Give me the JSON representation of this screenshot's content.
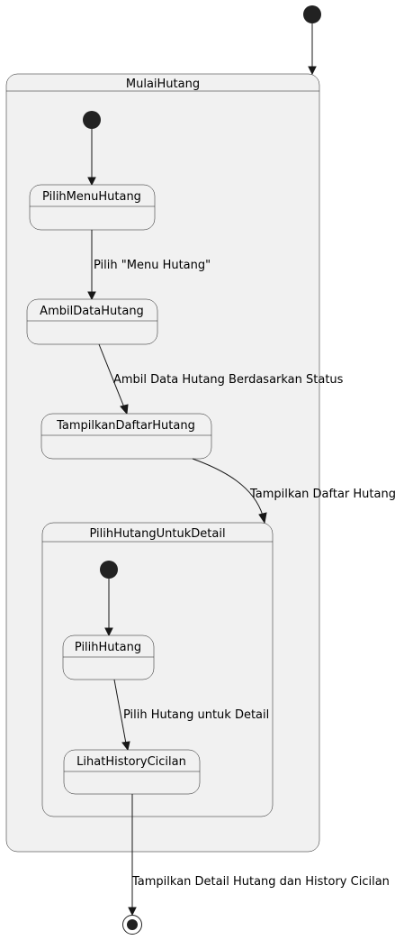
{
  "diagram": {
    "composite_states": {
      "mulai_hutang": "MulaiHutang",
      "pilih_hutang_untuk_detail": "PilihHutangUntukDetail"
    },
    "states": {
      "pilih_menu_hutang": "PilihMenuHutang",
      "ambil_data_hutang": "AmbilDataHutang",
      "tampilkan_daftar_hutang": "TampilkanDaftarHutang",
      "pilih_hutang": "PilihHutang",
      "lihat_history_cicilan": "LihatHistoryCicilan"
    },
    "transitions": {
      "to_ambil_data": "Pilih \"Menu Hutang\"",
      "to_tampilkan_daftar": "Ambil Data Hutang Berdasarkan Status",
      "to_pilih_detail": "Tampilkan Daftar Hutang",
      "to_lihat_history": "Pilih Hutang untuk Detail",
      "to_final": "Tampilkan Detail Hutang dan History Cicilan"
    },
    "colors": {
      "state_fill": "#F1F1F1",
      "stroke": "#181818",
      "dot": "#222222"
    }
  }
}
